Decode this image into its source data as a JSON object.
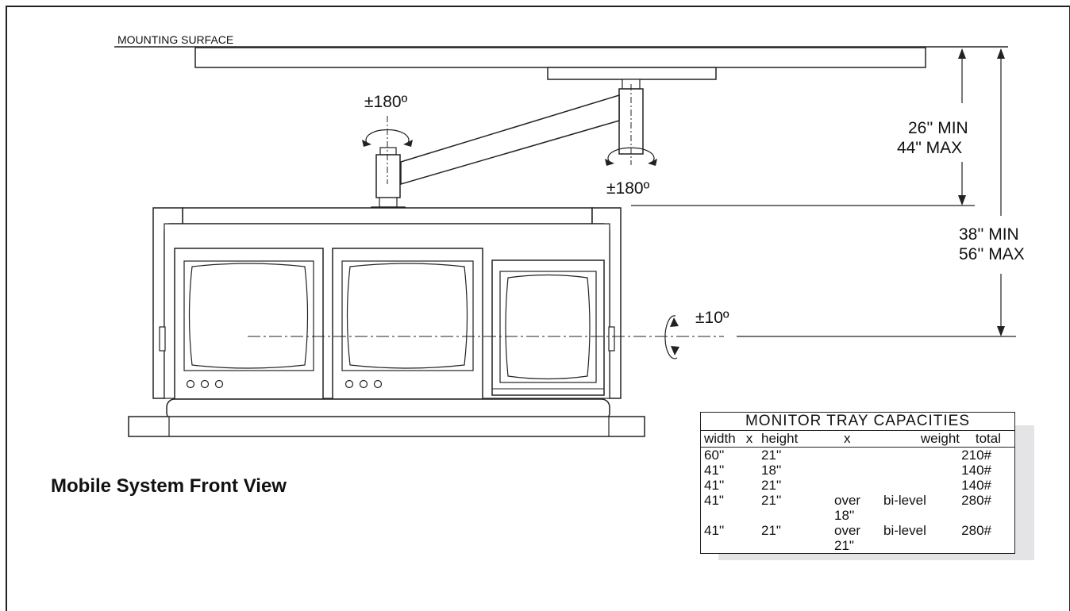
{
  "labels": {
    "mounting_surface": "MOUNTING SURFACE",
    "rot_top_left": "±180º",
    "rot_top_right": "±180º",
    "rot_tilt": "±10º",
    "dim1_min": "26'' MIN",
    "dim1_max": "44\" MAX",
    "dim2_min": "38'' MIN",
    "dim2_max": "56'' MAX",
    "view_title": "Mobile System Front View"
  },
  "table": {
    "title": "MONITOR TRAY CAPACITIES",
    "header": {
      "width": "width",
      "x1": "x",
      "height": "height",
      "x2": "x",
      "weight": "weight",
      "total": "total"
    },
    "rows": [
      {
        "width": "60''",
        "height": "21''",
        "extra1": "",
        "extra2": "",
        "total": "210#"
      },
      {
        "width": "41''",
        "height": "18''",
        "extra1": "",
        "extra2": "",
        "total": "140#"
      },
      {
        "width": "41''",
        "height": "21''",
        "extra1": "",
        "extra2": "",
        "total": "140#"
      },
      {
        "width": "41\"",
        "height": "21''",
        "extra1": "over 18''",
        "extra2": "bi-level",
        "total": "280#"
      },
      {
        "width": "41''",
        "height": "21\"",
        "extra1": "over 21\"",
        "extra2": "bi-level",
        "total": "280#"
      }
    ]
  },
  "colors": {
    "line": "#222222",
    "shadow": "#e4e4e6"
  }
}
